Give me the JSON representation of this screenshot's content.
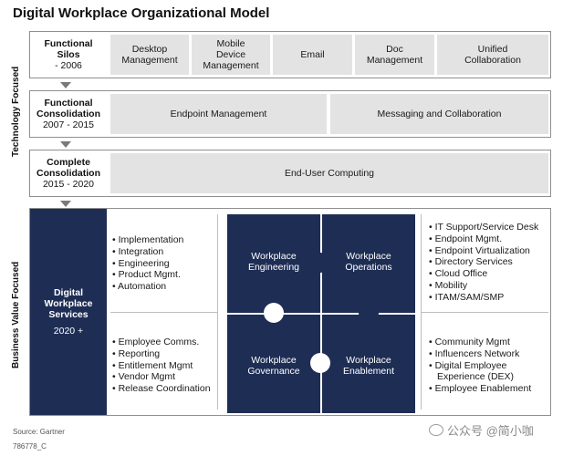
{
  "title": "Digital Workplace Organizational Model",
  "side_labels": {
    "top": "Technology Focused",
    "bottom": "Business Value Focused"
  },
  "row1": {
    "era": {
      "name": [
        "Functional",
        "Silos"
      ],
      "years": "- 2006"
    },
    "cells": [
      [
        "Desktop",
        "Management"
      ],
      [
        "Mobile",
        "Device",
        "Management"
      ],
      [
        "Email"
      ],
      [
        "Doc",
        "Management"
      ],
      [
        "Unified",
        "Collaboration"
      ]
    ]
  },
  "row2": {
    "era": {
      "name": [
        "Functional",
        "Consolidation"
      ],
      "years": "2007 - 2015"
    },
    "cells": [
      "Endpoint Management",
      "Messaging and Collaboration"
    ]
  },
  "row3": {
    "era": {
      "name": [
        "Complete",
        "Consolidation"
      ],
      "years": "2015 - 2020"
    },
    "cells": [
      "End-User Computing"
    ]
  },
  "services": {
    "name": [
      "Digital",
      "Workplace",
      "Services"
    ],
    "years": "2020 +",
    "left_top": [
      "Implementation",
      "Integration",
      "Engineering",
      "Product Mgmt.",
      "Automation"
    ],
    "left_bottom": [
      "Employee Comms.",
      "Reporting",
      "Entitlement Mgmt",
      "Vendor Mgmt",
      "Release Coordination"
    ],
    "right_top": [
      "IT Support/Service Desk",
      "Endpoint Mgmt.",
      "Endpoint Virtualization",
      "Directory Services",
      "Cloud Office",
      "Mobility",
      "ITAM/SAM/SMP"
    ],
    "right_bottom": [
      "Community Mgmt",
      "Influencers Network",
      "Digital Employee",
      "Experience (DEX)",
      "Employee Enablement"
    ],
    "quadrants": {
      "tl": [
        "Workplace",
        "Engineering"
      ],
      "tr": [
        "Workplace",
        "Operations"
      ],
      "bl": [
        "Workplace",
        "Governance"
      ],
      "br": [
        "Workplace",
        "Enablement"
      ]
    }
  },
  "source": "Source: Gartner",
  "code": "786778_C",
  "watermark": "公众号 @简小咖",
  "colors": {
    "navy": "#1e2d54",
    "cell_gray": "#e3e3e3",
    "border": "#8f8f8f"
  }
}
